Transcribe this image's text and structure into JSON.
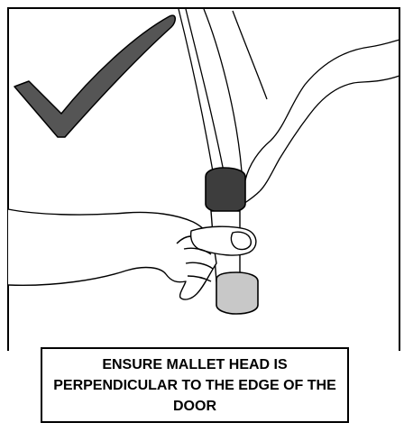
{
  "caption": {
    "text": "ENSURE MALLET HEAD IS PERPENDICULAR TO THE EDGE OF THE DOOR"
  },
  "colors": {
    "checkmark": "#555555",
    "mallet_top": "#3d3d3d",
    "mallet_bottom": "#c8c8c8",
    "outline": "#000000",
    "background": "#ffffff"
  },
  "icons": {
    "checkmark": "checkmark-icon",
    "hand": "hand-illustration",
    "mallet": "mallet-illustration"
  }
}
